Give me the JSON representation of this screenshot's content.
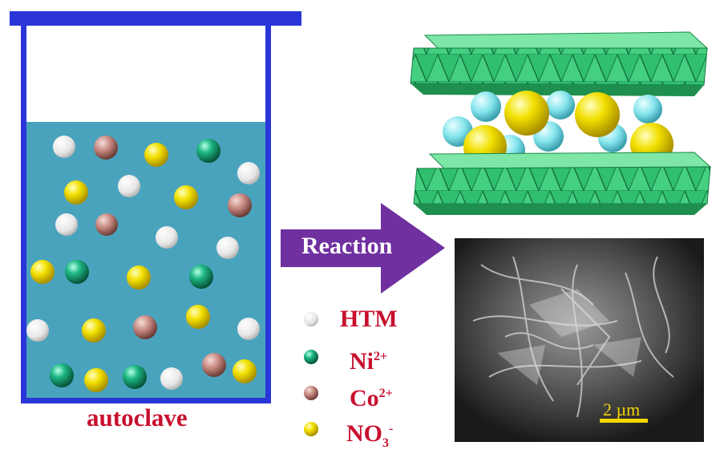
{
  "labels": {
    "autoclave": "autoclave",
    "reaction": "Reaction",
    "scale_bar": "2 µm"
  },
  "legend": [
    {
      "text": "HTM",
      "sup": "",
      "sub": "",
      "color": "#f3f3f3",
      "icon": "htm-sphere-icon"
    },
    {
      "text": "Ni",
      "sup": "2+",
      "sub": "",
      "color": "#1aa87a",
      "icon": "ni-sphere-icon"
    },
    {
      "text": "Co",
      "sup": "2+",
      "sub": "",
      "color": "#c48a84",
      "icon": "co-sphere-icon"
    },
    {
      "text": "NO",
      "sub": "3",
      "sup": "-",
      "color": "#f0e000",
      "icon": "no3-sphere-icon"
    }
  ],
  "colors": {
    "container_border": "#2a36d8",
    "solution": "#4aa3bd",
    "arrow": "#7030a0",
    "layer": "#2fbf6f",
    "anion": "#f0e000",
    "water": "#7fe3ea",
    "label_red": "#c8102e"
  }
}
